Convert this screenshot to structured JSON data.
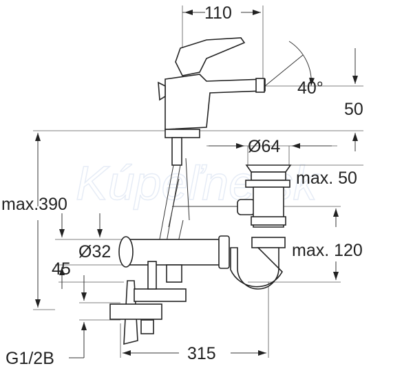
{
  "watermark": "Kúpeľne.sk",
  "dimensions": {
    "spout_reach": "110",
    "lever_angle": "40°",
    "spout_height": "50",
    "drain_diameter": "Ø64",
    "drain_height": "max. 50",
    "total_height": "max.390",
    "trap_height": "max. 120",
    "pipe_diameter": "Ø32",
    "connection_offset": "45",
    "thread": "G1/2B",
    "wall_distance": "315"
  }
}
